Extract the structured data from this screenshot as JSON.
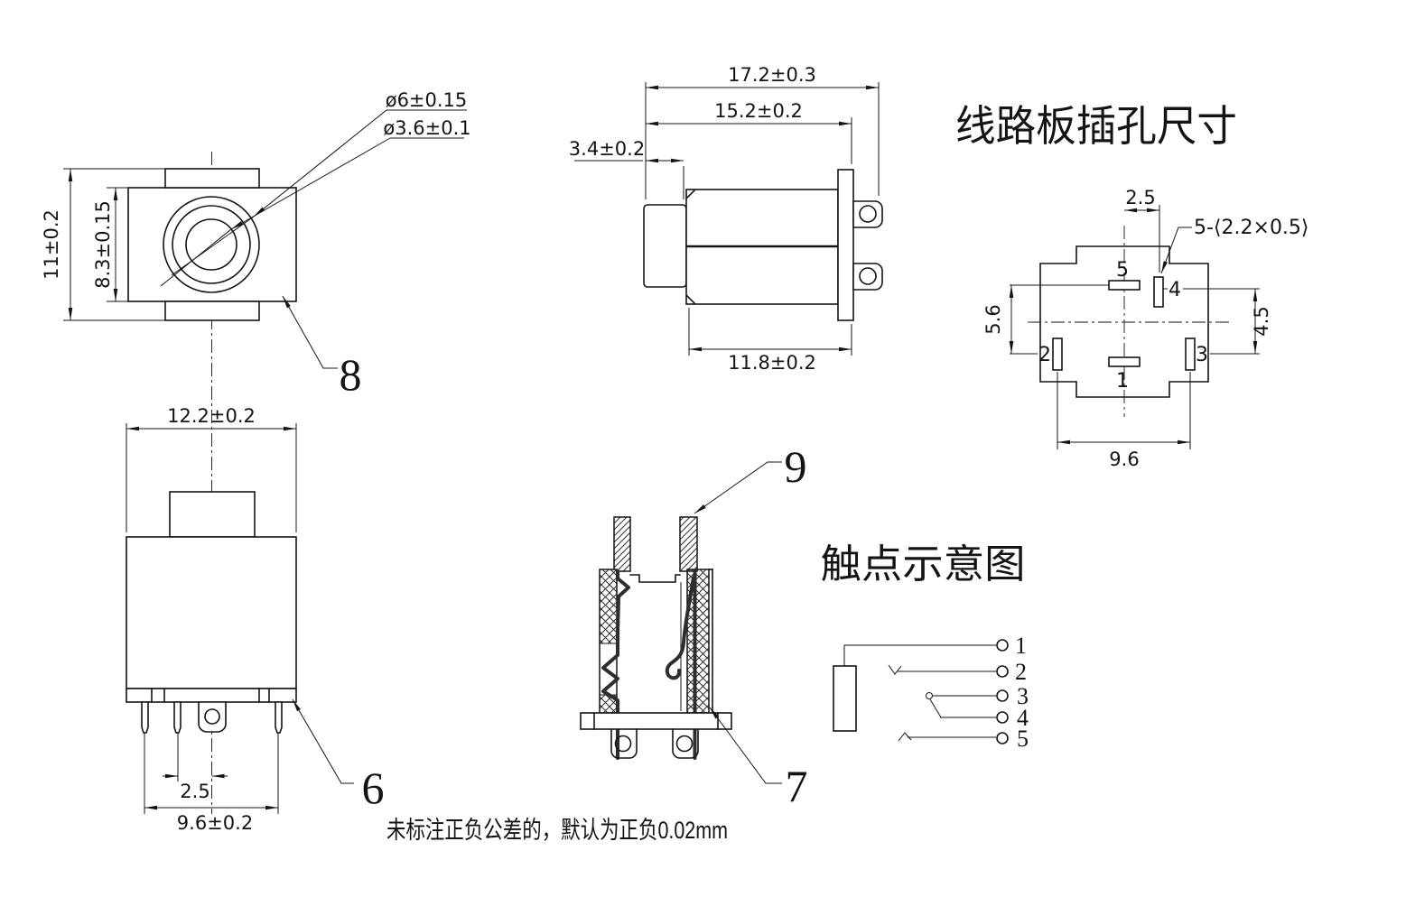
{
  "front_view": {
    "dim_height": "11±0.2",
    "dim_inner_height": "8.3±0.15",
    "dim_outer_dia": "ø6±0.15",
    "dim_inner_dia": "ø3.6±0.1",
    "part_label": "8"
  },
  "side_view": {
    "dim_total": "17.2±0.3",
    "dim_to_flange": "15.2±0.2",
    "dim_bushing": "3.4±0.2",
    "dim_body": "11.8±0.2"
  },
  "bottom_view": {
    "dim_width": "12.2±0.2",
    "dim_pitch": "2.5",
    "dim_span": "9.6±0.2",
    "part_label": "6"
  },
  "section_view": {
    "part_label_bushing": "9",
    "part_label_wall": "7"
  },
  "pcb_view": {
    "title": "线路板插孔尺寸",
    "slot_spec": "5-⟨2.2×0.5⟩",
    "dim_top": "2.5",
    "dim_left": "5.6",
    "dim_right": "4.5",
    "dim_bottom": "9.6",
    "pin1": "1",
    "pin2": "2",
    "pin3": "3",
    "pin4": "4",
    "pin5": "5"
  },
  "contact_view": {
    "title": "触点示意图",
    "t1": "1",
    "t2": "2",
    "t3": "3",
    "t4": "4",
    "t5": "5"
  },
  "note": {
    "tolerance": "未标注正负公差的，默认为正负0.02mm"
  }
}
